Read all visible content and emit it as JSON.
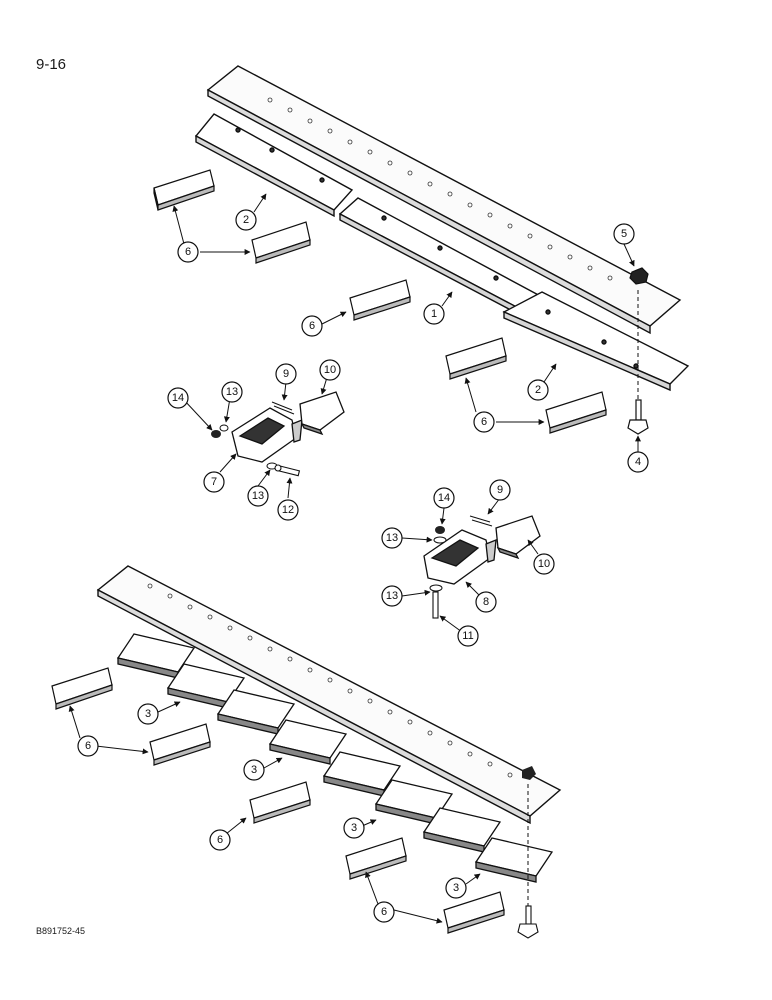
{
  "header": {
    "page_number": "9-16"
  },
  "footer": {
    "figure_code": "B891752-45"
  },
  "callouts": [
    {
      "label": "1"
    },
    {
      "label": "2"
    },
    {
      "label": "2"
    },
    {
      "label": "3"
    },
    {
      "label": "3"
    },
    {
      "label": "3"
    },
    {
      "label": "3"
    },
    {
      "label": "4"
    },
    {
      "label": "5"
    },
    {
      "label": "6"
    },
    {
      "label": "6"
    },
    {
      "label": "6"
    },
    {
      "label": "6"
    },
    {
      "label": "6"
    },
    {
      "label": "6"
    },
    {
      "label": "7"
    },
    {
      "label": "8"
    },
    {
      "label": "9"
    },
    {
      "label": "9"
    },
    {
      "label": "10"
    },
    {
      "label": "10"
    },
    {
      "label": "11"
    },
    {
      "label": "12"
    },
    {
      "label": "13"
    },
    {
      "label": "13"
    },
    {
      "label": "13"
    },
    {
      "label": "13"
    },
    {
      "label": "14"
    },
    {
      "label": "14"
    }
  ]
}
